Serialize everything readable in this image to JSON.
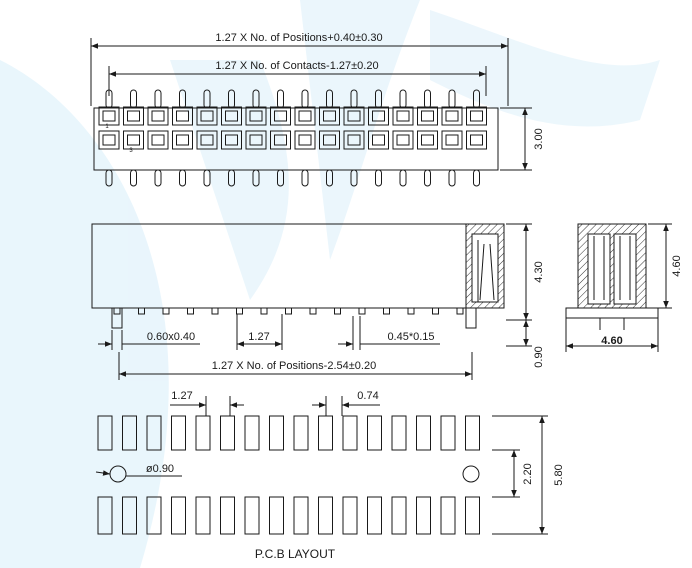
{
  "dimensions": {
    "overall_length": "1.27 X No. of Positions+0.40±0.30",
    "contacts_length": "1.27 X No. of Contacts-1.27±0.20",
    "top_height": "3.00",
    "front_height": "4.30",
    "tail_length": "0.90",
    "tail_size": "0.60x0.40",
    "front_pitch": "1.27",
    "pin_size": "0.45*0.15",
    "tail_span": "1.27 X No. of Positions-2.54±0.20",
    "side_height": "4.60",
    "side_width": "4.60",
    "pcb_pitch": "1.27",
    "pad_width": "0.74",
    "hole_diameter": "ø0.90",
    "pad_row_spacing": "2.20",
    "pad_span": "5.80"
  },
  "top_view": {
    "pin1_label": "1",
    "pin2_label": "3"
  },
  "pcb_title": "P.C.B LAYOUT",
  "colors": {
    "line": "#1a1a1a",
    "watermark": "#dff1fb"
  }
}
